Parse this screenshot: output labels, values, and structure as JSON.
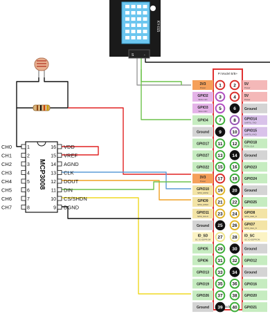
{
  "sensor": {
    "module_label": "KY-015",
    "pin_labels": [
      "S",
      "",
      "-"
    ]
  },
  "chip": {
    "name": "MCP3008",
    "left_pins": [
      {
        "num": "1",
        "name": "CH0"
      },
      {
        "num": "2",
        "name": "CH1"
      },
      {
        "num": "3",
        "name": "CH2"
      },
      {
        "num": "4",
        "name": "CH3"
      },
      {
        "num": "5",
        "name": "CH4"
      },
      {
        "num": "6",
        "name": "CH5"
      },
      {
        "num": "7",
        "name": "CH6"
      },
      {
        "num": "8",
        "name": "CH7"
      }
    ],
    "right_pins": [
      {
        "num": "16",
        "name": "VDD"
      },
      {
        "num": "15",
        "name": "VREF"
      },
      {
        "num": "14",
        "name": "AGND"
      },
      {
        "num": "13",
        "name": "CLK"
      },
      {
        "num": "12",
        "name": "DOUT"
      },
      {
        "num": "11",
        "name": "DIN"
      },
      {
        "num": "10",
        "name": "CS/SHDN"
      },
      {
        "num": "9",
        "name": "DGND"
      }
    ]
  },
  "header": {
    "top_label": "Pi Model B/B+",
    "bottom_label": "Pi Model B+",
    "rows": [
      {
        "l": "3V3",
        "ls": "Power",
        "lc": "#f5a05a",
        "a": "1",
        "b": "2",
        "ca": "#d9302c",
        "cb": "#d9302c",
        "r": "5V",
        "rs": "Power",
        "rc": "#f4b8b8"
      },
      {
        "l": "GPIO2",
        "ls": "SDA1 I2C",
        "lc": "#e4b3e8",
        "a": "3",
        "b": "4",
        "ca": "#b04fc0",
        "cb": "#d9302c",
        "r": "5V",
        "rs": "Power",
        "rc": "#f4b8b8"
      },
      {
        "l": "GPIO3",
        "ls": "SCL1 I2C",
        "lc": "#e4b3e8",
        "a": "5",
        "b": "6",
        "ca": "#b04fc0",
        "cb": "#111111",
        "r": "Ground",
        "rs": "",
        "rc": "#d4d4d4"
      },
      {
        "l": "GPIO4",
        "ls": "",
        "lc": "#c6ecc0",
        "a": "7",
        "b": "8",
        "ca": "#3fae3a",
        "cb": "#9b59b6",
        "r": "GPIO14",
        "rs": "UART0_TXD",
        "rc": "#d9c2ea"
      },
      {
        "l": "Ground",
        "ls": "",
        "lc": "#d4d4d4",
        "a": "9",
        "b": "10",
        "ca": "#111111",
        "cb": "#9b59b6",
        "r": "GPIO15",
        "rs": "UART0_RXD",
        "rc": "#d9c2ea"
      },
      {
        "l": "GPIO17",
        "ls": "",
        "lc": "#c6ecc0",
        "a": "11",
        "b": "12",
        "ca": "#3fae3a",
        "cb": "#3fae3a",
        "r": "GPIO18",
        "rs": "PCM_CLK",
        "rc": "#c6ecc0"
      },
      {
        "l": "GPIO27",
        "ls": "",
        "lc": "#c6ecc0",
        "a": "13",
        "b": "14",
        "ca": "#3fae3a",
        "cb": "#111111",
        "r": "Ground",
        "rs": "",
        "rc": "#d4d4d4"
      },
      {
        "l": "GPIO22",
        "ls": "",
        "lc": "#c6ecc0",
        "a": "15",
        "b": "16",
        "ca": "#3fae3a",
        "cb": "#3fae3a",
        "r": "GPIO23",
        "rs": "",
        "rc": "#c6ecc0"
      },
      {
        "l": "3V3",
        "ls": "Power",
        "lc": "#f5a05a",
        "a": "17",
        "b": "18",
        "ca": "#d9302c",
        "cb": "#3fae3a",
        "r": "GPIO24",
        "rs": "",
        "rc": "#c6ecc0"
      },
      {
        "l": "GPIO10",
        "ls": "SPI0_MOSI",
        "lc": "#f3e4a6",
        "a": "19",
        "b": "20",
        "ca": "#e0b52a",
        "cb": "#111111",
        "r": "Ground",
        "rs": "",
        "rc": "#d4d4d4"
      },
      {
        "l": "GPIO9",
        "ls": "SPI0_MISO",
        "lc": "#f3e4a6",
        "a": "21",
        "b": "22",
        "ca": "#e0b52a",
        "cb": "#3fae3a",
        "r": "GPIO25",
        "rs": "",
        "rc": "#c6ecc0"
      },
      {
        "l": "GPIO11",
        "ls": "SPI0_SCLK",
        "lc": "#f3e4a6",
        "a": "23",
        "b": "24",
        "ca": "#e0b52a",
        "cb": "#e0b52a",
        "r": "GPIO8",
        "rs": "SPI0_CE0_N",
        "rc": "#f3e4a6"
      },
      {
        "l": "Ground",
        "ls": "",
        "lc": "#d4d4d4",
        "a": "25",
        "b": "26",
        "ca": "#111111",
        "cb": "#e0b52a",
        "r": "GPIO7",
        "rs": "SPI0_CE1_N",
        "rc": "#f3e4a6"
      },
      {
        "l": "ID_SD",
        "ls": "I2C ID EEPROM",
        "lc": "#fbf3c4",
        "a": "27",
        "b": "28",
        "ca": "#f0e68c",
        "cb": "#f0e68c",
        "r": "ID_SC",
        "rs": "I2C ID EEPROM",
        "rc": "#fbf3c4"
      },
      {
        "l": "GPIO5",
        "ls": "",
        "lc": "#c6ecc0",
        "a": "29",
        "b": "30",
        "ca": "#3fae3a",
        "cb": "#111111",
        "r": "Ground",
        "rs": "",
        "rc": "#d4d4d4"
      },
      {
        "l": "GPIO6",
        "ls": "",
        "lc": "#c6ecc0",
        "a": "31",
        "b": "32",
        "ca": "#3fae3a",
        "cb": "#3fae3a",
        "r": "GPIO12",
        "rs": "",
        "rc": "#c6ecc0"
      },
      {
        "l": "GPIO13",
        "ls": "",
        "lc": "#c6ecc0",
        "a": "33",
        "b": "34",
        "ca": "#3fae3a",
        "cb": "#111111",
        "r": "Ground",
        "rs": "",
        "rc": "#d4d4d4"
      },
      {
        "l": "GPIO19",
        "ls": "",
        "lc": "#c6ecc0",
        "a": "35",
        "b": "36",
        "ca": "#3fae3a",
        "cb": "#3fae3a",
        "r": "GPIO16",
        "rs": "",
        "rc": "#c6ecc0"
      },
      {
        "l": "GPIO26",
        "ls": "",
        "lc": "#c6ecc0",
        "a": "37",
        "b": "38",
        "ca": "#3fae3a",
        "cb": "#3fae3a",
        "r": "GPIO20",
        "rs": "",
        "rc": "#c6ecc0"
      },
      {
        "l": "Ground",
        "ls": "",
        "lc": "#d4d4d4",
        "a": "39",
        "b": "40",
        "ca": "#111111",
        "cb": "#3fae3a",
        "r": "GPIO21",
        "rs": "",
        "rc": "#c6ecc0"
      }
    ]
  },
  "colors": {
    "wire_red": "#e02020",
    "wire_black": "#111111",
    "wire_green": "#6cc24a",
    "wire_blue": "#5b9bd5",
    "wire_yellow": "#f0d820",
    "wire_orange": "#f0a020",
    "sensor_body": "#6cc6ef",
    "header_border": "#e03030"
  }
}
